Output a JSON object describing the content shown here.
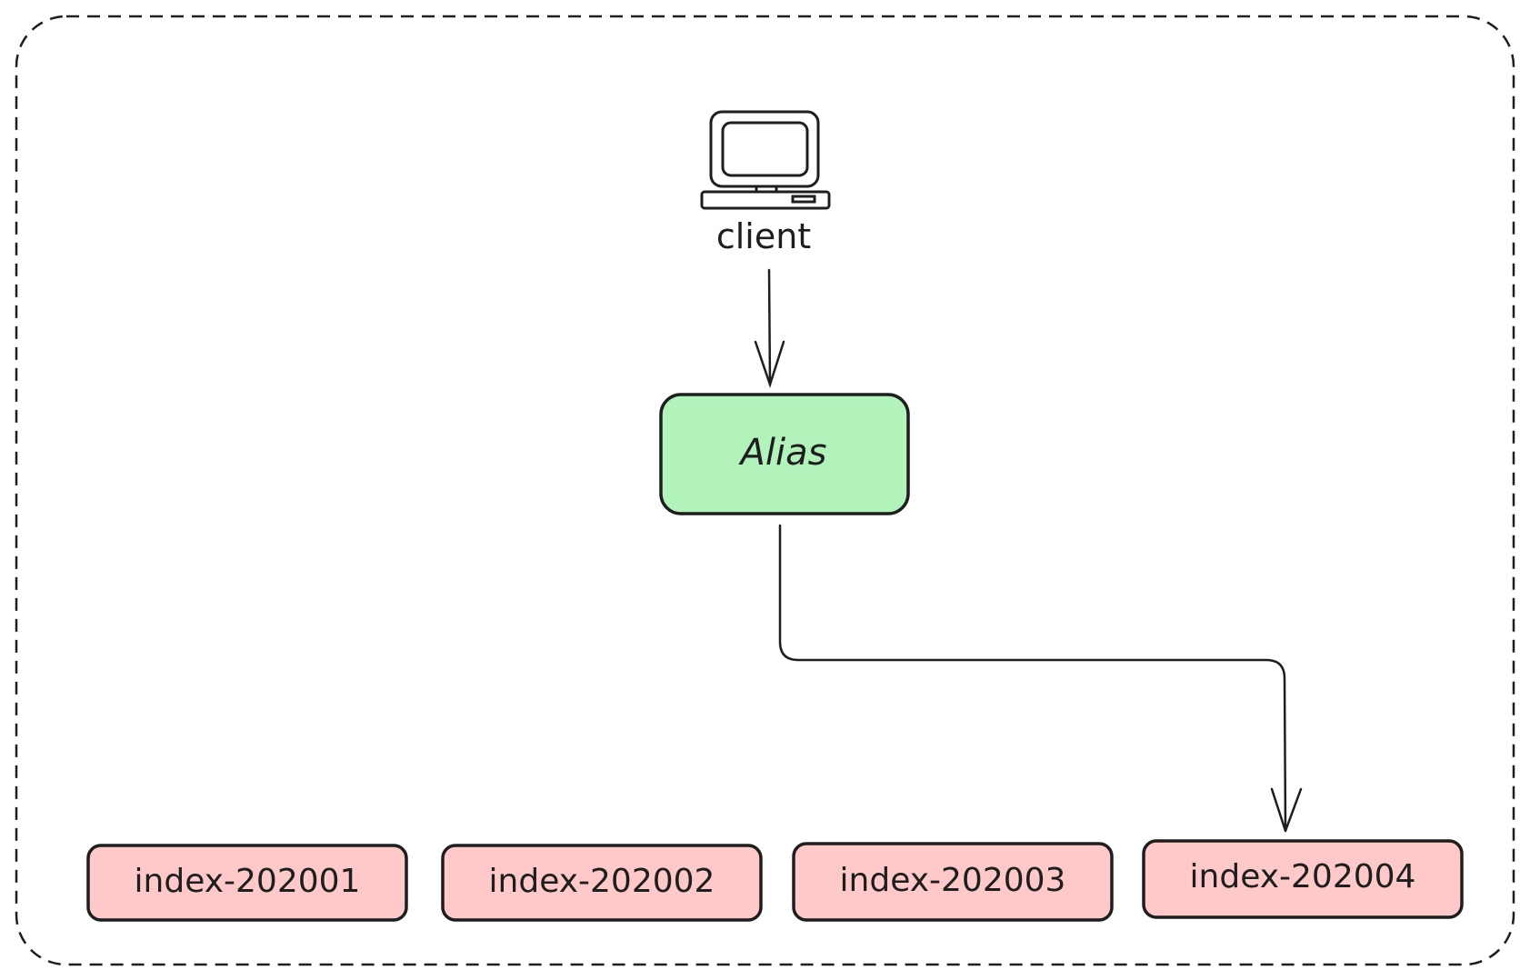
{
  "colors": {
    "stroke": "#1e1e1e",
    "alias_fill": "#b2f2bb",
    "index_fill": "#ffc9c9",
    "background": "#ffffff"
  },
  "icons": {
    "client": "computer-icon"
  },
  "client": {
    "label": "client"
  },
  "alias": {
    "label": "Alias"
  },
  "indices": [
    {
      "label": "index-202001"
    },
    {
      "label": "index-202002"
    },
    {
      "label": "index-202003"
    },
    {
      "label": "index-202004"
    }
  ]
}
